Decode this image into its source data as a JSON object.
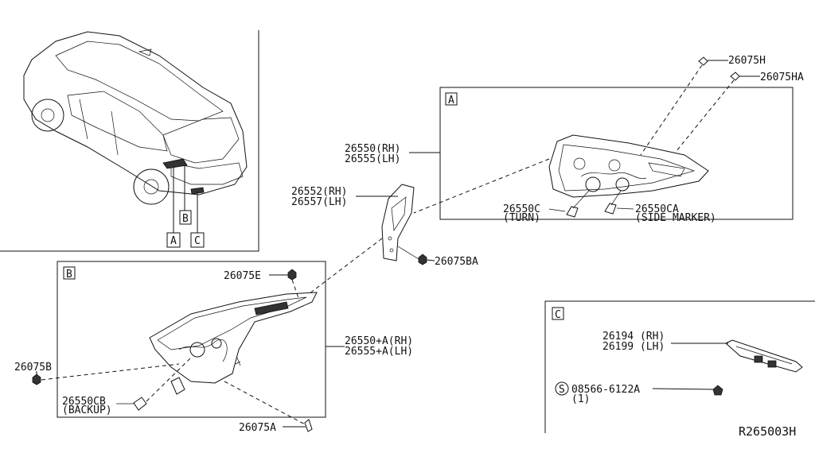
{
  "labels": {
    "p26075H": "26075H",
    "p26075HA": "26075HA",
    "p26550_rh": "26550(RH)",
    "p26555_lh": "26555(LH)",
    "p26552_rh": "26552(RH)",
    "p26557_lh": "26557(LH)",
    "p26550C": "26550C",
    "p26550C_note": "(TURN)",
    "p26550CA": "26550CA",
    "p26550CA_note": "(SIDE MARKER)",
    "p26075BA": "26075BA",
    "p26075E": "26075E",
    "p26550A_rh": "26550+A(RH)",
    "p26555A_lh": "26555+A(LH)",
    "p26075B": "26075B",
    "p26550CB": "26550CB",
    "p26550CB_note": "(BACKUP)",
    "p26075A": "26075A",
    "p26194_rh": "26194 (RH)",
    "p26199_lh": "26199 (LH)",
    "p08566": "08566-6122A",
    "p08566_qty": "(1)",
    "s_symbol": "S"
  },
  "detail_tags": {
    "A": "A",
    "B": "B",
    "C": "C"
  },
  "car_tags": [
    "A",
    "B",
    "C"
  ],
  "diagram_ref": "R265003H"
}
